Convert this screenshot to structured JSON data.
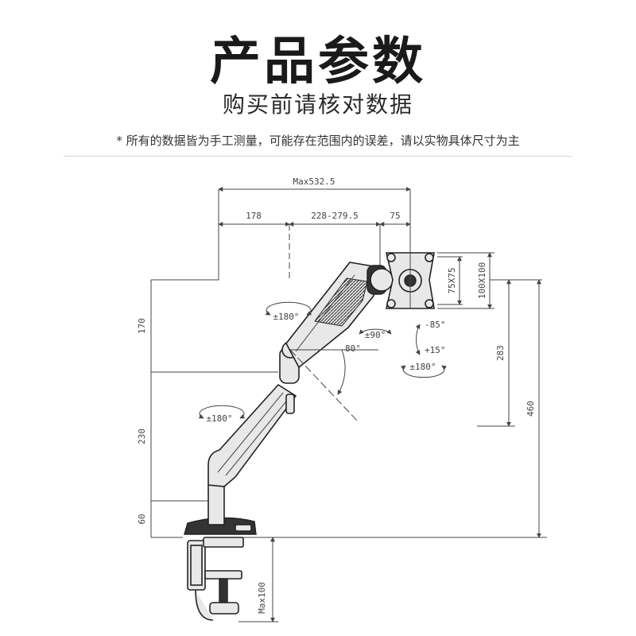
{
  "header": {
    "title": "产品参数",
    "subtitle": "购买前请核对数据",
    "note": "* 所有的数据皆为手工测量，可能存在范围内的误差，请以实物具体尺寸为主"
  },
  "dimensions": {
    "max_reach": "Max532.5",
    "segment_1": "178",
    "segment_2": "228-279.5",
    "segment_3": "75",
    "vesa_small": "75X75",
    "vesa_large": "100X100",
    "height_170": "170",
    "height_230": "230",
    "height_60": "60",
    "height_283": "283",
    "height_460": "460",
    "clamp_max": "Max100"
  },
  "angles": {
    "rot_top": "±180°",
    "rot_mid": "±180°",
    "rot_right": "±180°",
    "swivel": "±90°",
    "elev": "80°",
    "tilt_up": "-85°",
    "tilt_down": "+15°"
  },
  "colors": {
    "line": "#444444",
    "arm_fill": "#e8e8e8",
    "outline": "#222222"
  }
}
